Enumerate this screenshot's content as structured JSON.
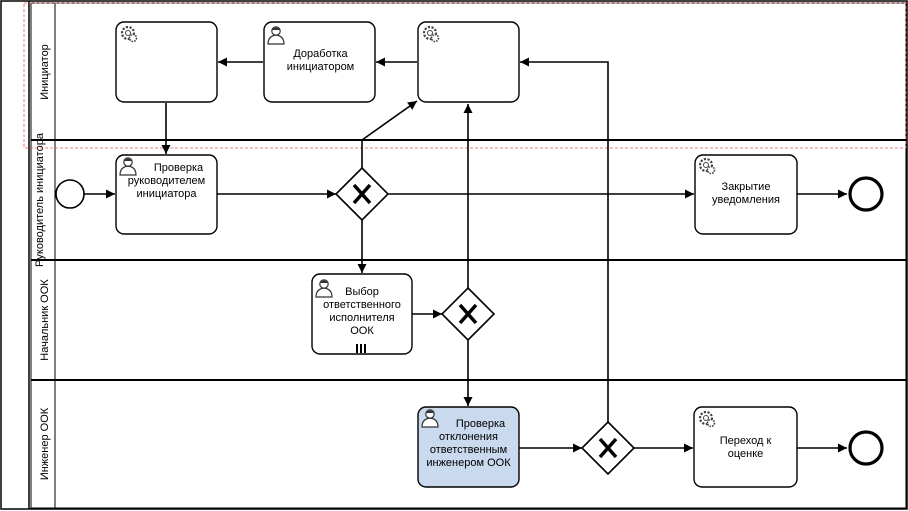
{
  "colors": {
    "highlight_fill": "#c9d9ee",
    "task_stroke": "#000000",
    "lane_line": "#000000",
    "dashed_boundary": "#e06060"
  },
  "lanes": [
    {
      "id": "initiator",
      "label": "Инициатор"
    },
    {
      "id": "manager",
      "label": "Руководитель инициатора"
    },
    {
      "id": "head",
      "label": "Начальник ООК"
    },
    {
      "id": "engineer",
      "label": "Инженер ООК"
    }
  ],
  "tasks": {
    "service_left": {
      "icon": "gear-icon",
      "lines": []
    },
    "rework": {
      "icon": "user-icon",
      "lines": [
        "Доработка",
        "инициатором"
      ]
    },
    "service_right": {
      "icon": "gear-icon",
      "lines": []
    },
    "manager_review": {
      "icon": "user-icon",
      "lines": [
        "Проверка",
        "руководителем",
        "инициатора"
      ]
    },
    "close_notify": {
      "icon": "gear-icon",
      "lines": [
        "Закрытие",
        "уведомления"
      ]
    },
    "select_executor": {
      "icon": "user-icon",
      "lines": [
        "Выбор",
        "ответственного",
        "исполнителя",
        "ООК"
      ],
      "marker": "multi-instance-icon"
    },
    "engineer_review": {
      "icon": "user-icon",
      "lines": [
        "Проверка",
        "отклонения",
        "ответственным",
        "инженером ООК"
      ],
      "highlighted": true
    },
    "to_assessment": {
      "icon": "gear-icon",
      "lines": [
        "Переход к",
        "оценке"
      ]
    }
  },
  "gateways": [
    "exclusive-gateway-manager",
    "exclusive-gateway-head",
    "exclusive-gateway-engineer"
  ],
  "events": [
    "start-event",
    "end-event-manager",
    "end-event-engineer"
  ]
}
